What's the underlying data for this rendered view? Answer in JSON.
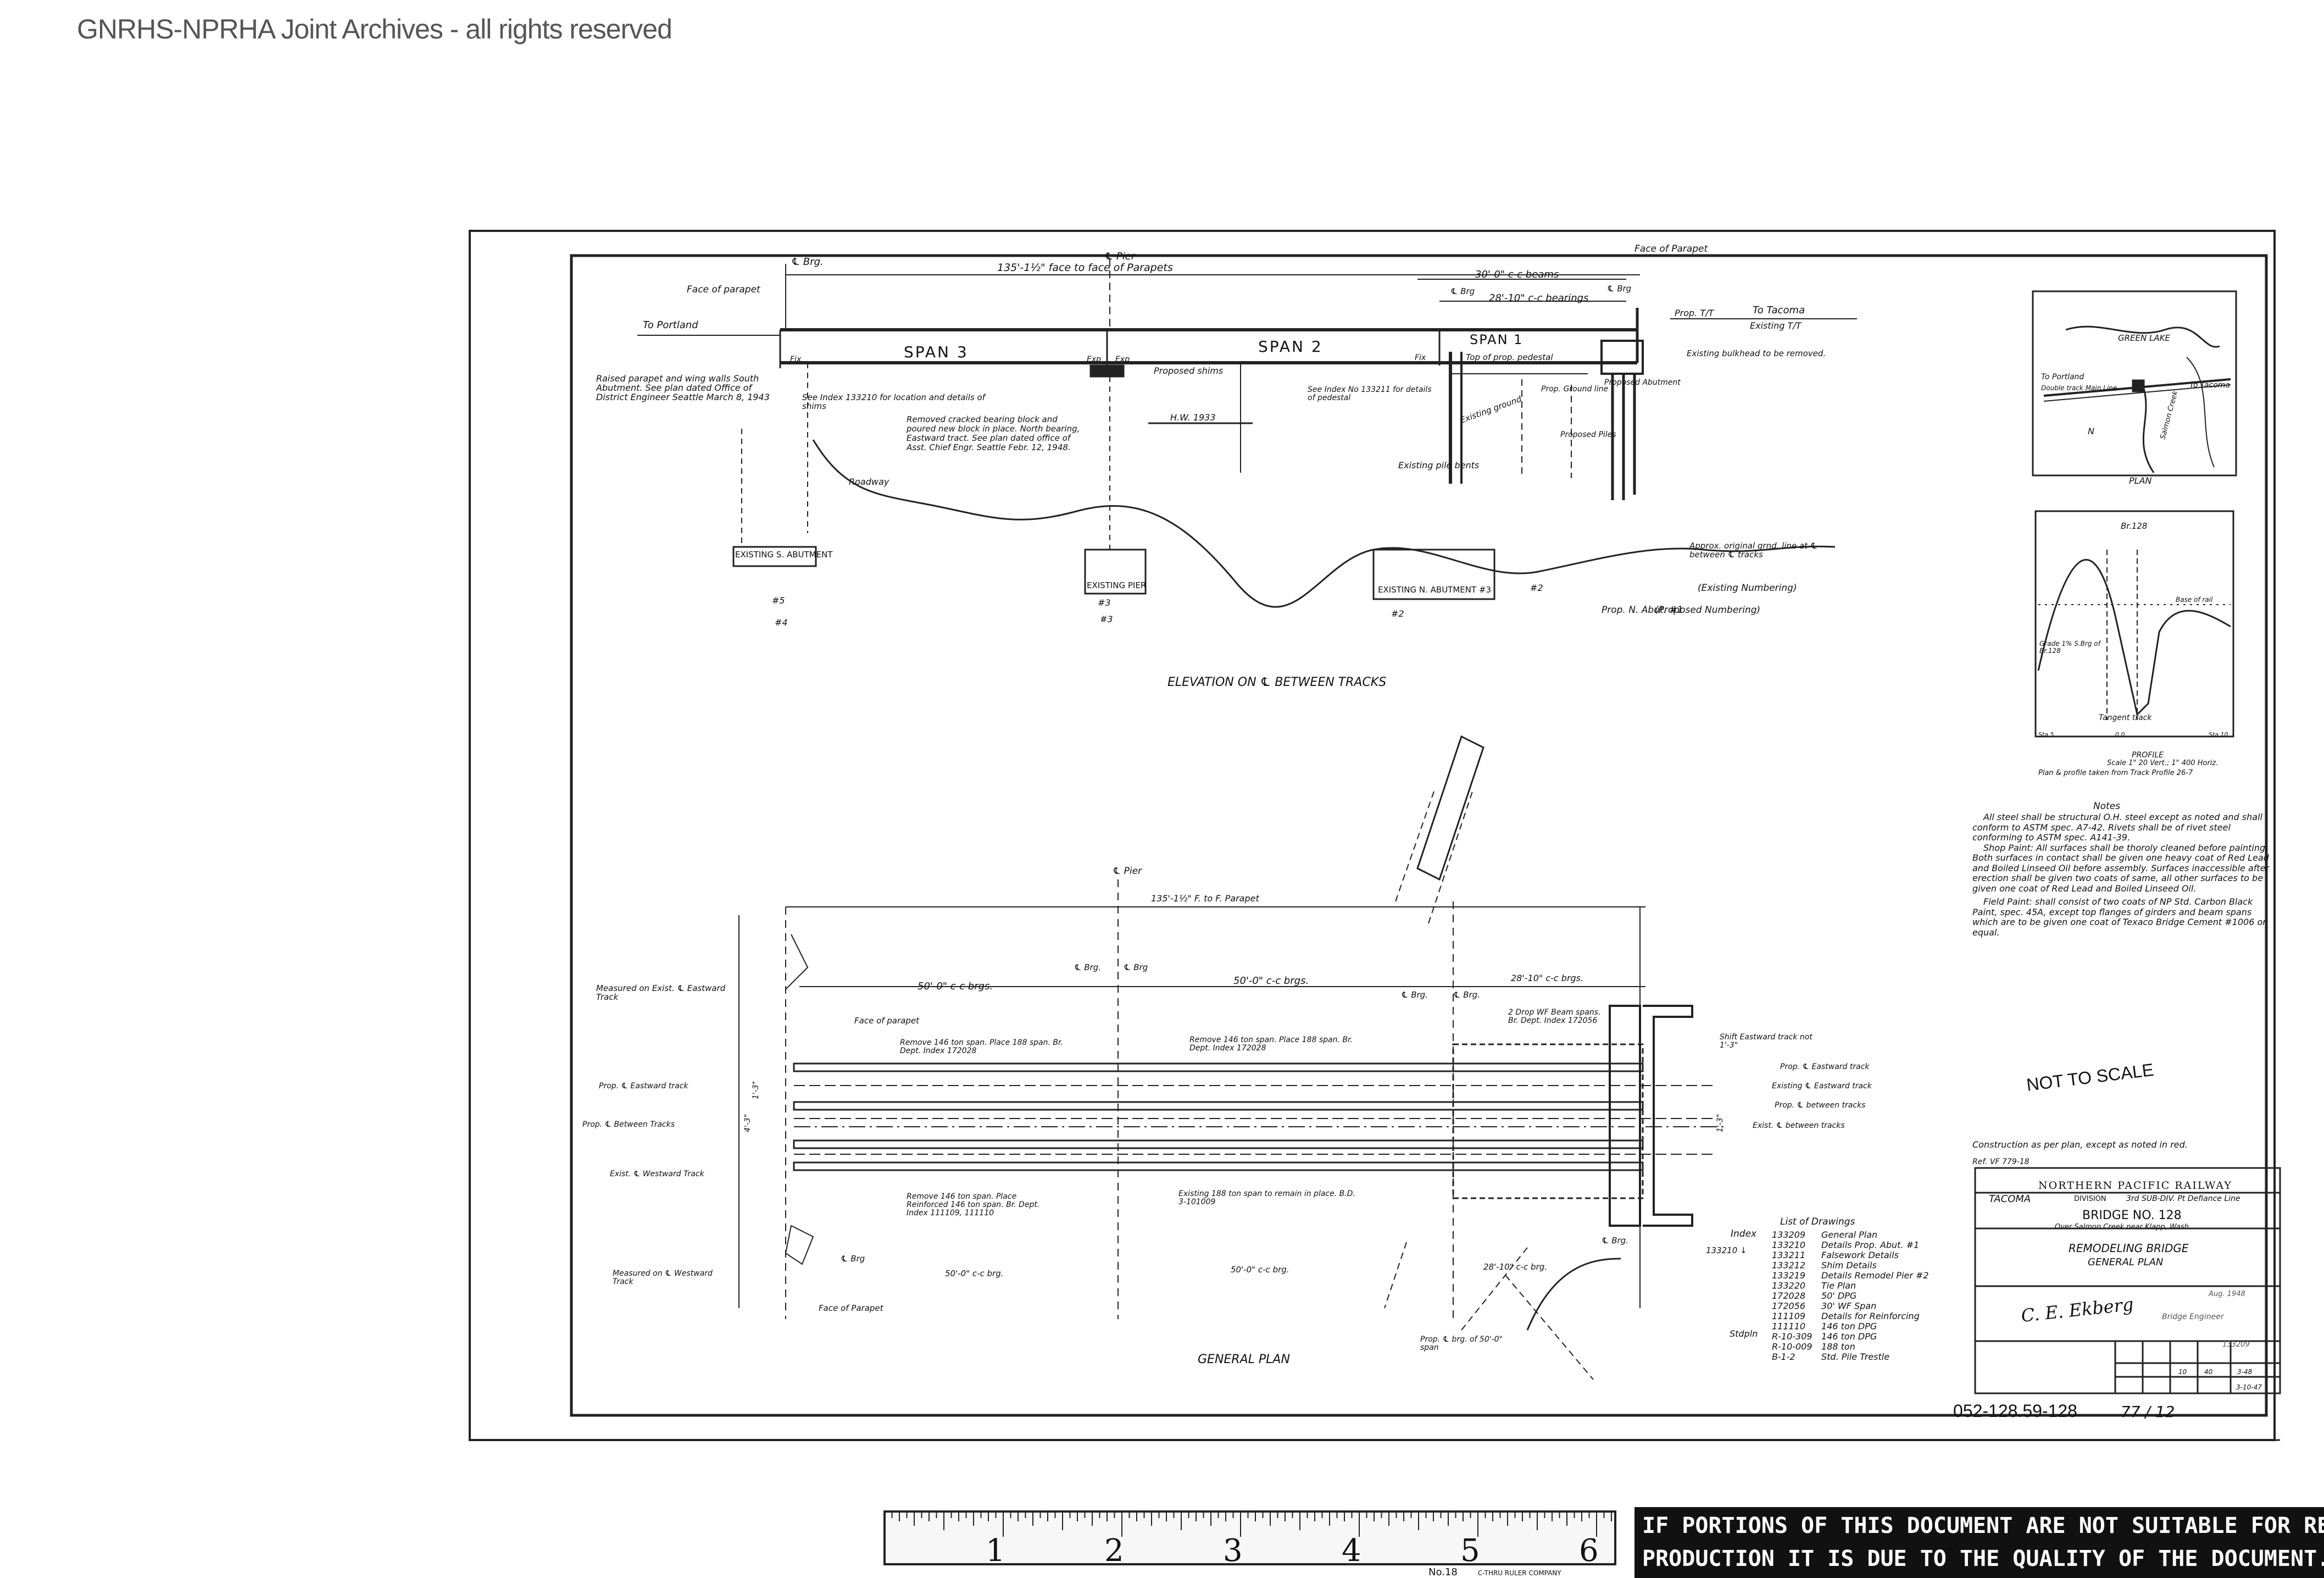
{
  "watermark": "GNRHS-NPRHA Joint Archives - all rights reserved",
  "elevation": {
    "caption": "ELEVATION ON ℄ BETWEEN TRACKS",
    "brg_left": "℄ Brg.",
    "pier_top": "℄ Pier",
    "face_to_face": "135'-1½\" face to face of Parapets",
    "face_parapet_left": "Face of parapet",
    "face_parapet_right": "Face of Parapet",
    "beams_30": "30'-0\" c-c beams",
    "bearings_28": "28'-10\" c-c bearings",
    "brg_a": "℄ Brg",
    "brg_b": "℄ Brg",
    "to_portland": "To Portland",
    "to_tacoma": "To Tacoma",
    "span3": "SPAN 3",
    "span2": "SPAN 2",
    "span1": "SPAN 1",
    "prop_ts": "Prop. T/T",
    "existing_ts": "Existing T/T",
    "fix": "Fix",
    "exp": "Exp",
    "exp2": "Exp",
    "fix2": "Fix",
    "proposed_shims": "Proposed shims",
    "top_prop_pedestal": "Top of prop. pedestal",
    "bulkhead": "Existing bulkhead to be removed.",
    "raised_parapet": "Raised parapet and wing walls South Abutment. See plan dated Office of District Engineer Seattle March 8, 1943",
    "see_index": "See Index 133210 for location and details of shims",
    "removed_bearing": "Removed cracked bearing block and poured new block in place. North bearing, Eastward tract. See plan dated office of Asst. Chief Engr. Seattle Febr. 12, 1948.",
    "see_index2": "See Index No 133211 for details of pedestal",
    "hw": "H.W. 1933",
    "existing_grade": "Existing ground",
    "prop_ground": "Prop. Ground line",
    "proposed_abutment": "Proposed Abutment",
    "proposed_piles": "Proposed Piles",
    "existing_pile_bents": "Existing pile bents",
    "roadway": "Roadway",
    "approx_ground": "Approx. original grnd. line at ℄ between ℄ tracks",
    "existing_s_abutment": "EXISTING S. ABUTMENT",
    "existing_pier": "EXISTING PIER",
    "existing_n_abutment": "EXISTING N. ABUTMENT #3",
    "n5": "#5",
    "n4": "#4",
    "n3": "#3",
    "n2": "#2",
    "n3b": "#3",
    "n2b": "#2",
    "prop_n_abut": "Prop. N. Abut. #1",
    "existing_numbering": "(Existing Numbering)",
    "proposed_numbering": "(Proposed Numbering)"
  },
  "plan": {
    "caption": "GENERAL PLAN",
    "pier": "℄ Pier",
    "parapet_len": "135'-1½\" F. to F. Parapet",
    "brgs_50_left": "50'-0\" c-c brgs.",
    "brgs_50_mid": "50'-0\" c-c brgs.",
    "brgs_28": "28'-10\" c-c brgs.",
    "brg1": "℄ Brg.",
    "brg2": "℄ Brg",
    "brg3": "℄ Brg.",
    "brg4": "℄ Brg.",
    "brg5": "℄ Brg",
    "brg6": "℄ Brg.",
    "measured_east": "Measured on Exist. ℄ Eastward Track",
    "measured_west": "Measured on ℄ Westward Track",
    "face_parapet": "Face of parapet",
    "face_parapet2": "Face of Parapet",
    "remove_146_left": "Remove 146 ton span. Place 188 span. Br. Dept. Index 172028",
    "remove_146_mid": "Remove 146 ton span. Place 188 span. Br. Dept. Index 172028",
    "drop_wf": "2 Drop WF Beam spans. Br. Dept. Index 172056",
    "remove_reinforced": "Remove 146 ton span. Place Reinforced 146 ton span. Br. Dept. Index 111109, 111110",
    "existing_188": "Existing 188 ton span to remain in place. B.D. 3-101009",
    "prop_eastward": "Prop. ℄ Eastward track",
    "prop_between": "Prop. ℄ Between Tracks",
    "exist_westward": "Exist. ℄ Westward Track",
    "shift_eastward": "Shift Eastward track not 1'-3\"",
    "prop_eastward_r": "Prop. ℄ Eastward track",
    "exist_eastward_r": "Existing ℄ Eastward track",
    "prop_between_r": "Prop. ℄ between tracks",
    "exist_between_r": "Exist. ℄ between tracks",
    "brgs_50_bot_left": "50'-0\" c-c brg.",
    "brgs_50_bot_mid": "50'-0\" c-c brg.",
    "brgs_28_bot": "28'-10\" c-c brg.",
    "span_50": "Prop. ℄ brg. of 50'-0\" span",
    "dim_1a": "1'-3\"",
    "dim_1b": "4'-3\"",
    "dim_1c": "1'-3\""
  },
  "drawing_list": {
    "title": "List of Drawings",
    "index_label": "Index",
    "group_label": "133210 ↓",
    "stdpln_label": "Stdpln",
    "rows": [
      {
        "no": "133209",
        "desc": "General Plan"
      },
      {
        "no": "133210",
        "desc": "Details Prop. Abut. #1"
      },
      {
        "no": "133211",
        "desc": "Falsework Details"
      },
      {
        "no": "133212",
        "desc": "Shim Details"
      },
      {
        "no": "133219",
        "desc": "Details Remodel Pier #2"
      },
      {
        "no": "133220",
        "desc": "Tie Plan"
      },
      {
        "no": "172028",
        "desc": "50' DPG"
      },
      {
        "no": "172056",
        "desc": "30' WF Span"
      },
      {
        "no": "111109",
        "desc": "Details for Reinforcing"
      },
      {
        "no": "111110",
        "desc": "146 ton DPG"
      },
      {
        "no": "R-10-309",
        "desc": "146 ton DPG"
      },
      {
        "no": "R-10-009",
        "desc": "188 ton"
      },
      {
        "no": "B-1-2",
        "desc": "Std. Pile Trestle"
      }
    ]
  },
  "location_plan": {
    "caption": "PLAN",
    "green_lake": "GREEN LAKE",
    "to_portland": "To Portland",
    "double_track": "Double track Main Line",
    "to_tacoma": "To Tacoma",
    "salmon_creek": "Salmon Creek",
    "n_arrow": "N"
  },
  "profile": {
    "caption": "PROFILE",
    "br": "Br.128",
    "scale": "Scale 1\" 20 Vert.; 1\" 400 Horiz.",
    "taken_from": "Plan & profile taken from Track Profile 26-7",
    "tangent": "Tangent track",
    "base_rail": "Base of rail",
    "note": "Grade 1% S.Brg of Br.128",
    "left_tick": "Sta 5",
    "mid_tick": "0.0",
    "right_tick": "Sta 10"
  },
  "notes": {
    "title": "Notes",
    "p1": "All steel shall be structural O.H. steel except as noted and shall conform to ASTM spec. A7-42. Rivets shall be of rivet steel conforming to ASTM spec. A141-39.",
    "p2": "Shop Paint: All surfaces shall be thoroly cleaned before painting. Both surfaces in contact shall be given one heavy coat of Red Lead and Boiled Linseed Oil before assembly. Surfaces inaccessible after erection shall be given two coats of same, all other surfaces to be given one coat of Red Lead and Boiled Linseed Oil.",
    "p3": "Field Paint: shall consist of two coats of NP Std. Carbon Black Paint, spec. 45A, except top flanges of girders and beam spans which are to be given one coat of Texaco Bridge Cement #1006 or equal."
  },
  "not_to_scale": "NOT TO SCALE",
  "construction_note": "Construction as per plan, except as noted in red.",
  "ref": "Ref. VF 779-18",
  "title_block": {
    "railway": "NORTHERN PACIFIC RAILWAY",
    "division_label": "DIVISION",
    "division": "TACOMA",
    "subdiv": "3rd SUB-DIV. Pt Defiance Line",
    "bridge": "BRIDGE NO. 128",
    "over": "Over Salmon Creek near Klapp, Wash.",
    "title1": "REMODELING BRIDGE",
    "title2": "GENERAL PLAN",
    "signature": "C. E. Ekberg",
    "sig2": "Bridge Engineer",
    "date": "Aug. 1948",
    "index_no": "133209",
    "cell1": "10",
    "cell2": "40",
    "cell3": "3-48",
    "cell4": "3-10-47"
  },
  "drawing_number": "052-128.59-128",
  "drawing_suffix": "77 / 12",
  "ruler": {
    "numbers": [
      "1",
      "2",
      "3",
      "4",
      "5",
      "6"
    ],
    "model": "No.18",
    "maker": "C-THRU RULER COMPANY"
  },
  "caveat": {
    "line1": "IF PORTIONS OF THIS DOCUMENT ARE NOT SUITABLE FOR RE-",
    "line2": "PRODUCTION IT IS DUE TO THE QUALITY OF THE DOCUMENT."
  }
}
